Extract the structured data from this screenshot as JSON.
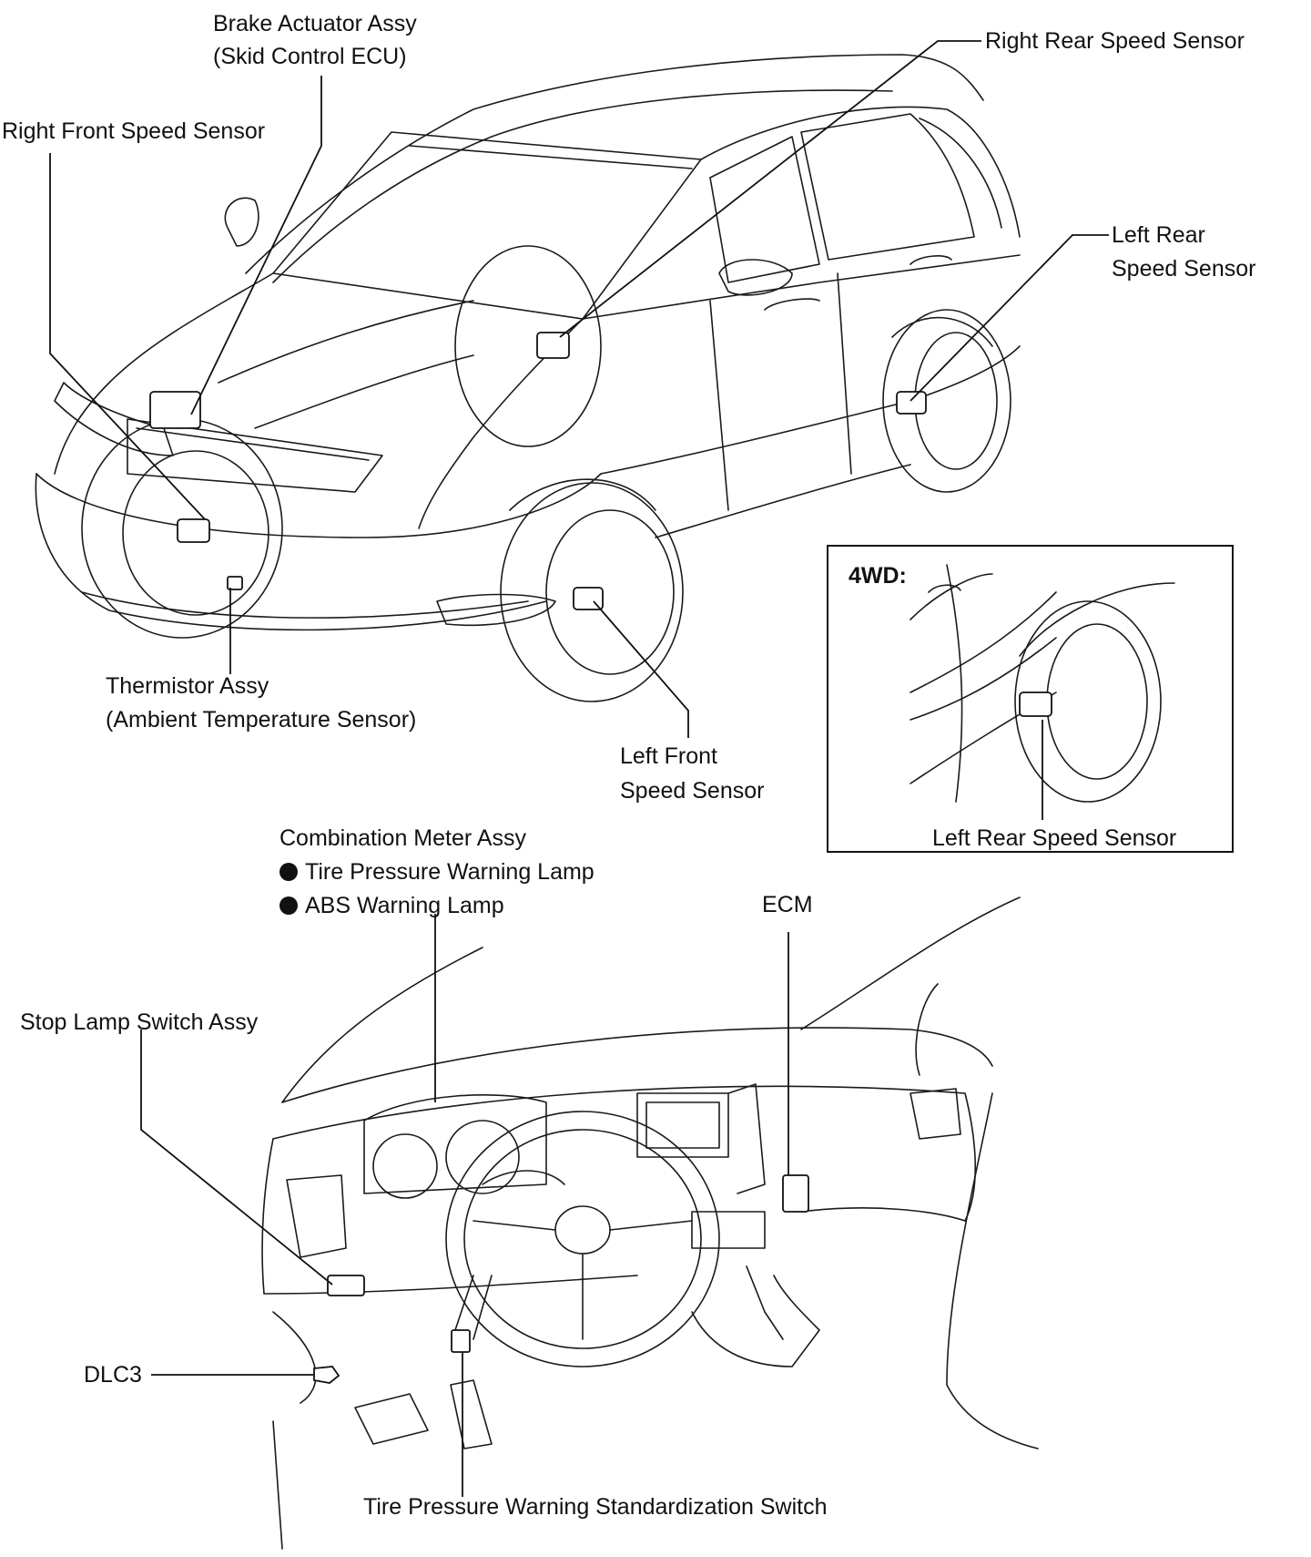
{
  "labels": {
    "brake_actuator": "Brake Actuator Assy",
    "skid_control_ecu": "(Skid Control ECU)",
    "right_rear_speed_sensor": "Right Rear Speed Sensor",
    "right_front_speed_sensor": "Right Front Speed Sensor",
    "left_rear_l1": "Left Rear",
    "left_rear_l2": "Speed Sensor",
    "inset_title": "4WD:",
    "inset_left_rear": "Left Rear Speed Sensor",
    "thermistor": "Thermistor Assy",
    "ambient_temp": "(Ambient Temperature Sensor)",
    "left_front_l1": "Left Front",
    "left_front_l2": "Speed Sensor",
    "combination_meter": "Combination Meter Assy",
    "tire_pressure_lamp": "Tire Pressure Warning Lamp",
    "abs_lamp": "ABS Warning Lamp",
    "ecm": "ECM",
    "stop_lamp": "Stop Lamp Switch Assy",
    "dlc3": "DLC3",
    "tpw_switch": "Tire Pressure Warning Standardization Switch"
  }
}
